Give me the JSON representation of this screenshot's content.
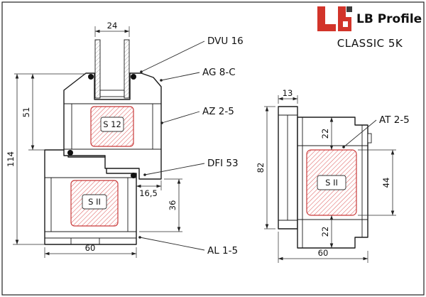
{
  "header": {
    "brand": "LB Profile",
    "model": "CLASSIC 5K"
  },
  "colors": {
    "logo_red": "#d2342a",
    "steel_hatch_red": "#e06262",
    "steel_border_red": "#c93b3b",
    "line_black": "#1b1b1b"
  },
  "left_drawing": {
    "dims": {
      "glazing_width": "24",
      "sash_height": "51",
      "total_height": "114",
      "rebate_offset": "16,5",
      "frame_inner_height": "36",
      "frame_width": "60"
    },
    "steel_labels": {
      "sash": "S 12",
      "frame": "S II"
    },
    "callouts": {
      "glazing": "DVU 16",
      "bead": "AG 8-C",
      "sash": "AZ 2-5",
      "gasket": "DFI 53",
      "frame": "AL 1-5"
    }
  },
  "right_drawing": {
    "dims": {
      "flange_width": "13",
      "flange_height": "82",
      "top_offset": "22",
      "steel_height": "44",
      "bottom_offset": "22",
      "profile_width": "60"
    },
    "steel_labels": {
      "main": "S II"
    },
    "callouts": {
      "profile": "AT 2-5"
    }
  }
}
